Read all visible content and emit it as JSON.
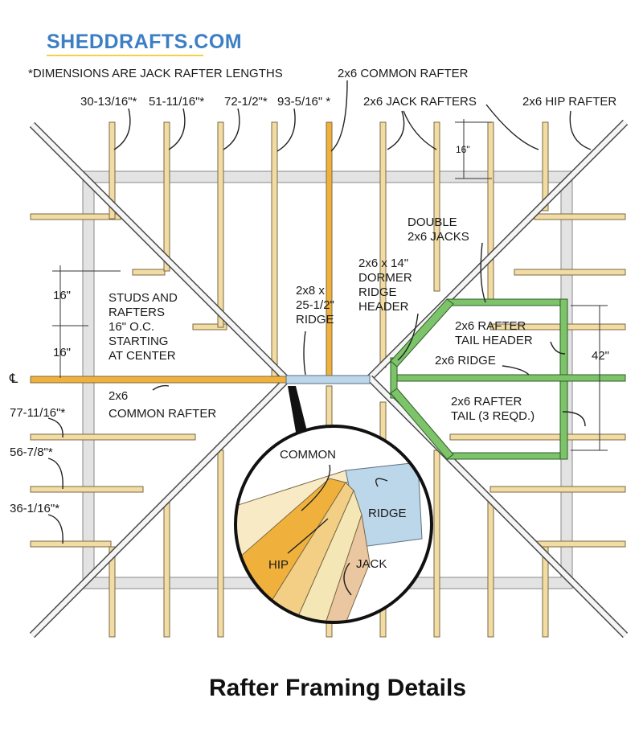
{
  "logo": "SHEDDRAFTS.COM",
  "title": "Rafter Framing Details",
  "labels": {
    "dims_note": "*DIMENSIONS ARE JACK RAFTER LENGTHS",
    "dim1": "30-13/16\"*",
    "dim2": "51-11/16\"*",
    "dim3": "72-1/2\"*",
    "dim4": "93-5/16\" *",
    "common_rafter_top": "2x6 COMMON RAFTER",
    "jack_rafters": "2x6  JACK RAFTERS",
    "hip_rafter": "2x6 HIP RAFTER",
    "spacing_16_top": "16\"",
    "double_jacks_1": "DOUBLE",
    "double_jacks_2": "2x6 JACKS",
    "dormer_1": "2x6 x 14\"",
    "dormer_2": "DORMER",
    "dormer_3": "RIDGE",
    "dormer_4": "HEADER",
    "ridge_1": "2x8 x",
    "ridge_2": "25-1/2\"",
    "ridge_3": "RIDGE",
    "studs_1": "STUDS AND",
    "studs_2": "RAFTERS",
    "studs_3": "16\" O.C.",
    "studs_4": "STARTING",
    "studs_5": "AT CENTER",
    "left_16_a": "16\"",
    "left_16_b": "16\"",
    "centerline": "℄",
    "common_left_1": "2x6",
    "common_left_2": "COMMON RAFTER",
    "tail_header_1": "2x6 RAFTER",
    "tail_header_2": "TAIL HEADER",
    "ridge_small": "2x6 RIDGE",
    "dim_42": "42\"",
    "tail_1": "2x6 RAFTER",
    "tail_2": "TAIL (3 REQD.)",
    "dim5": "77-11/16\"*",
    "dim6": "56-7/8\"*",
    "dim7": "36-1/16\"*",
    "detail_common": "COMMON",
    "detail_ridge": "RIDGE",
    "detail_hip": "HIP",
    "detail_jack": "JACK"
  },
  "colors": {
    "lumber": "#f2dca4",
    "lumber_edge": "#7a6a45",
    "wall_plate": "#e3e3e3",
    "common_rafter": "#f0b13c",
    "ridge": "#bcd6ea",
    "dormer": "#7cc36a",
    "logo": "#3d7fc4"
  }
}
